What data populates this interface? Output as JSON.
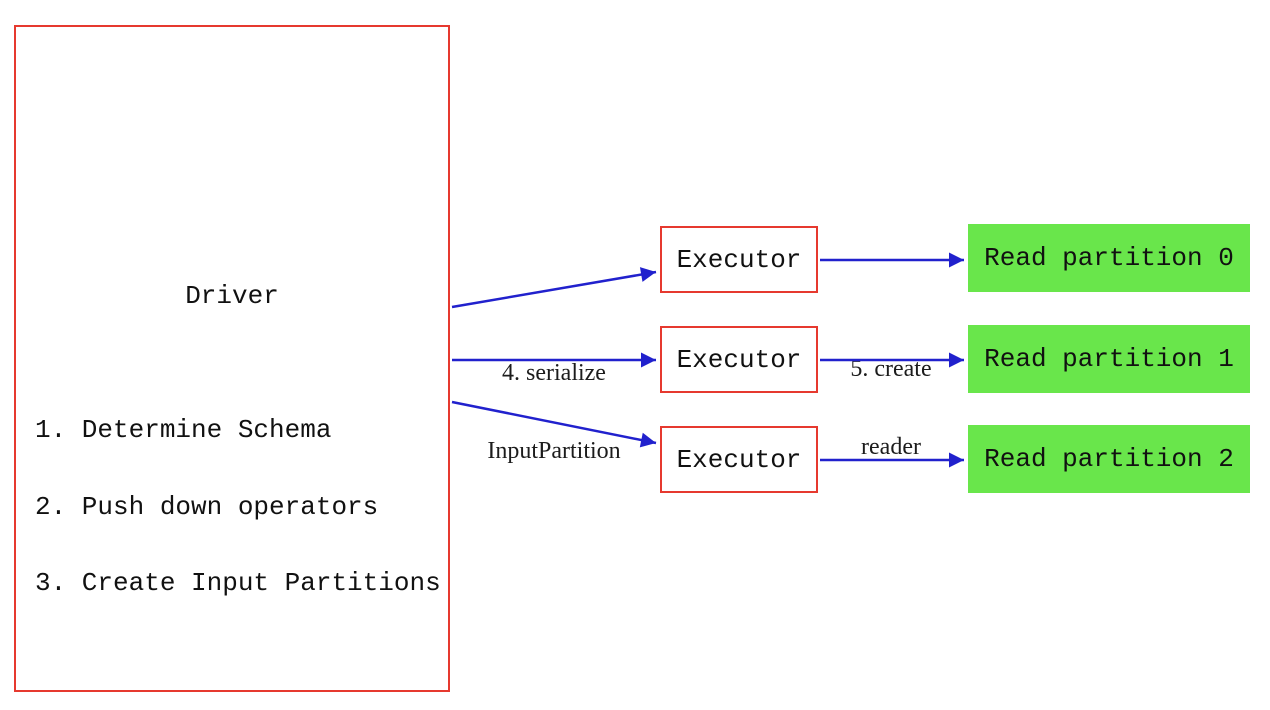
{
  "colors": {
    "box_border_red": "#e6392f",
    "arrow_blue": "#2121cd",
    "partition_green": "#69e64b",
    "text_black": "#111111",
    "background": "#ffffff"
  },
  "driver": {
    "title": "Driver",
    "steps": [
      "1. Determine Schema",
      "2. Push down operators",
      "3. Create Input Partitions"
    ]
  },
  "executors": [
    {
      "label": "Executor"
    },
    {
      "label": "Executor"
    },
    {
      "label": "Executor"
    }
  ],
  "read_partitions": [
    {
      "label": "Read partition 0"
    },
    {
      "label": "Read partition 1"
    },
    {
      "label": "Read partition 2"
    }
  ],
  "arrow_labels": {
    "serialize_input_partition": {
      "line1": "4. serialize",
      "line2": "InputPartition"
    },
    "create_reader": {
      "line1": "5. create",
      "line2": "reader"
    }
  }
}
